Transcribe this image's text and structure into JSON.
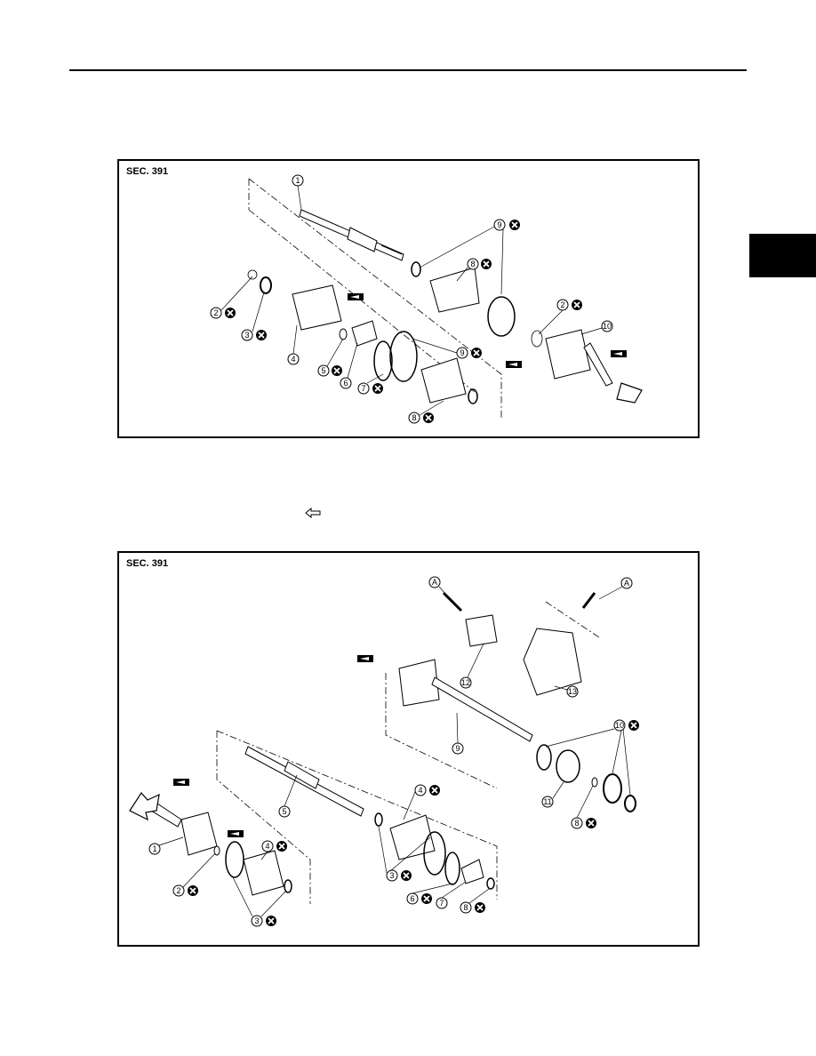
{
  "figures": [
    {
      "section_label": "SEC. 391"
    },
    {
      "section_label": "SEC. 391"
    }
  ],
  "callouts_fig1": [
    "1",
    "2",
    "3",
    "4",
    "5",
    "6",
    "7",
    "8",
    "9",
    "2",
    "10",
    "9",
    "8"
  ],
  "callouts_fig2": [
    "A",
    "A",
    "12",
    "13",
    "9",
    "10",
    "11",
    "8",
    "5",
    "4",
    "3",
    "6",
    "7",
    "8",
    "1",
    "2",
    "4",
    "3"
  ],
  "icons": {
    "do_not_reuse": "circled-x-icon",
    "grease": "grease-tube-icon",
    "arrow_front": "front-arrow-icon",
    "reference_arrow": "left-outline-arrow-icon"
  }
}
